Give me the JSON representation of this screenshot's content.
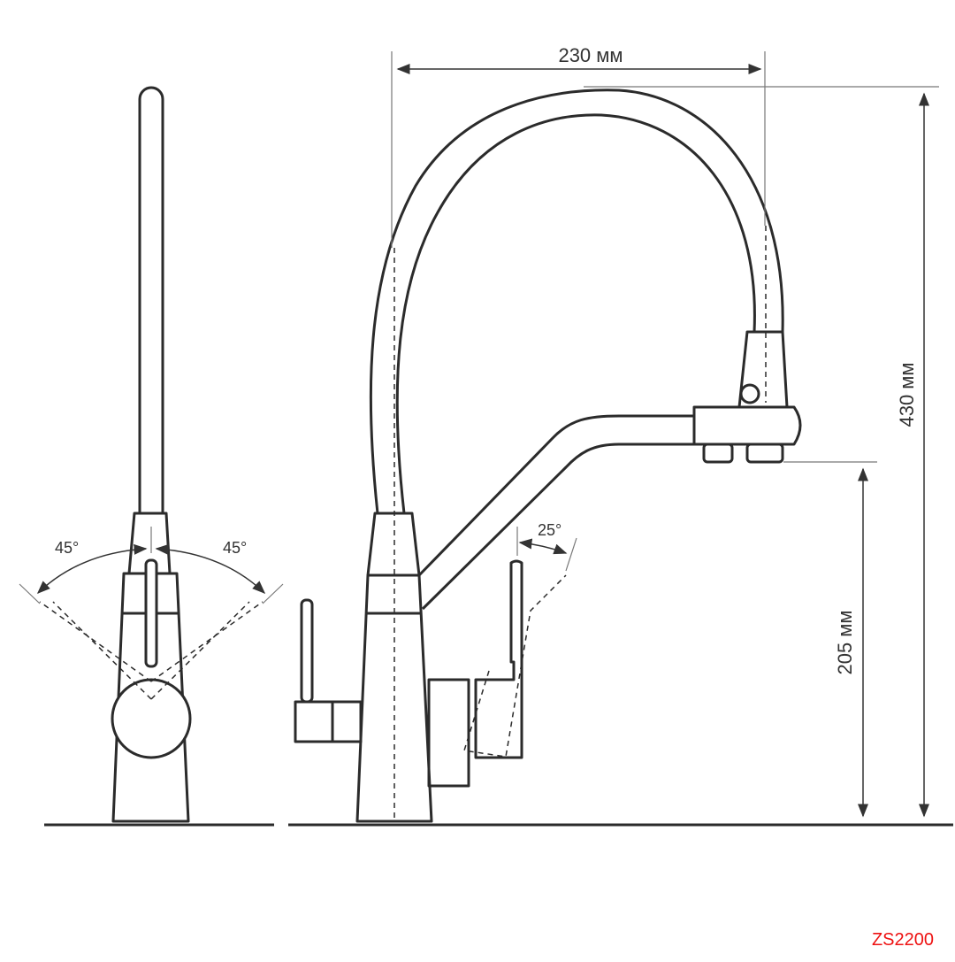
{
  "dimensions": {
    "spout_reach": "230 мм",
    "total_height": "430 мм",
    "spout_height": "205 мм",
    "handle_angle_left": "45°",
    "handle_angle_right": "45°",
    "filter_handle_angle": "25°"
  },
  "model_code": "ZS2200",
  "colors": {
    "line": "#2b2b2b",
    "code": "#e11111"
  }
}
